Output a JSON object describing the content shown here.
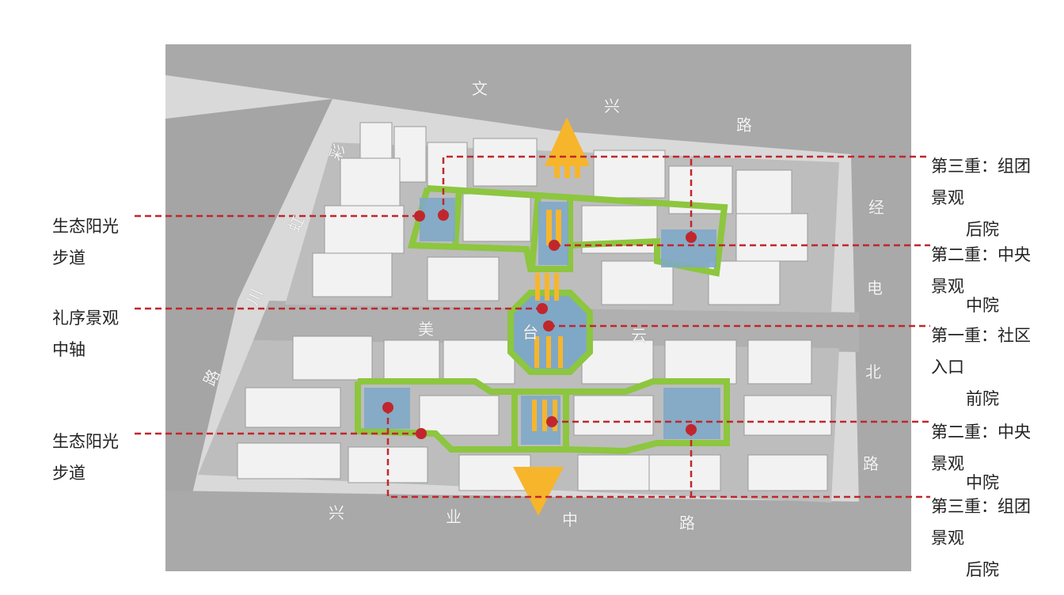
{
  "roads": {
    "north": [
      "文",
      "兴",
      "路"
    ],
    "east": [
      "经",
      "电",
      "北",
      "路"
    ],
    "south": [
      "兴",
      "业",
      "中",
      "路"
    ],
    "west_upper": [
      "彩",
      "虹",
      "川"
    ],
    "west_lower": [
      "路"
    ],
    "middle": [
      "美",
      "台",
      "云"
    ]
  },
  "left_labels": {
    "eco_top": {
      "line1": "生态阳光",
      "line2": "步道"
    },
    "axis": {
      "line1": "礼序景观",
      "line2": "中轴"
    },
    "eco_bottom": {
      "line1": "生态阳光",
      "line2": "步道"
    }
  },
  "right_labels": {
    "r1": {
      "line1": "第三重：组团",
      "line2": "景观",
      "line3": "后院"
    },
    "r2": {
      "line1": "第二重：中央",
      "line2": "景观",
      "line3": "中院"
    },
    "r3": {
      "line1": "第一重：社区",
      "line2": "入口",
      "line3": "前院"
    },
    "r4": {
      "line1": "第二重：中央",
      "line2": "景观",
      "line3": "中院"
    },
    "r5": {
      "line1": "第三重：组团",
      "line2": "景观",
      "line3": "后院"
    }
  },
  "colors": {
    "road": "#a9a9a9",
    "ground": "#c9c9c9",
    "green_path": "#8dc63f",
    "water": "#7fa8c6",
    "leader": "#c0272d",
    "arrow": "#f7b52c"
  }
}
